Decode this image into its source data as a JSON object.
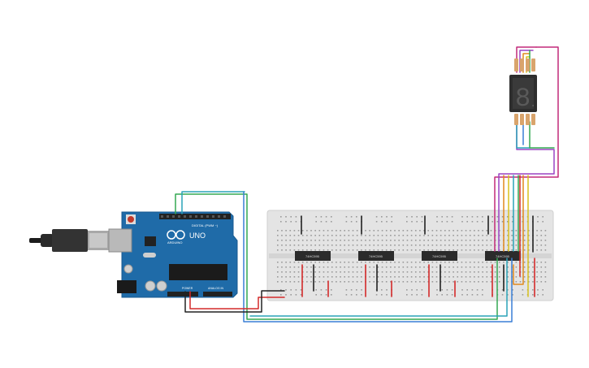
{
  "arduino": {
    "logo_text": "ARDUINO",
    "model_text": "UNO",
    "digital_header_label": "DIGITAL (PWM ~)",
    "power_label": "POWER",
    "analog_label": "ANALOG IN"
  },
  "chips": [
    {
      "label": "74HC595"
    },
    {
      "label": "74HC595"
    },
    {
      "label": "74HC595"
    },
    {
      "label": "74HC595"
    }
  ],
  "display": {
    "digit": "8",
    "decimal_point": "."
  },
  "colors": {
    "board_blue": "#1f6ba8",
    "breadboard": "#e4e4e4",
    "wire_green": "#33a852",
    "wire_teal": "#2aa3b8",
    "wire_blue": "#3a7fd5",
    "wire_purple": "#9b44c4",
    "wire_magenta": "#c22a7a",
    "wire_orange": "#e08a1c",
    "wire_yellow": "#d8c21c",
    "wire_red": "#d42a2a",
    "wire_black": "#222222",
    "segment_red": "#ffffff"
  }
}
